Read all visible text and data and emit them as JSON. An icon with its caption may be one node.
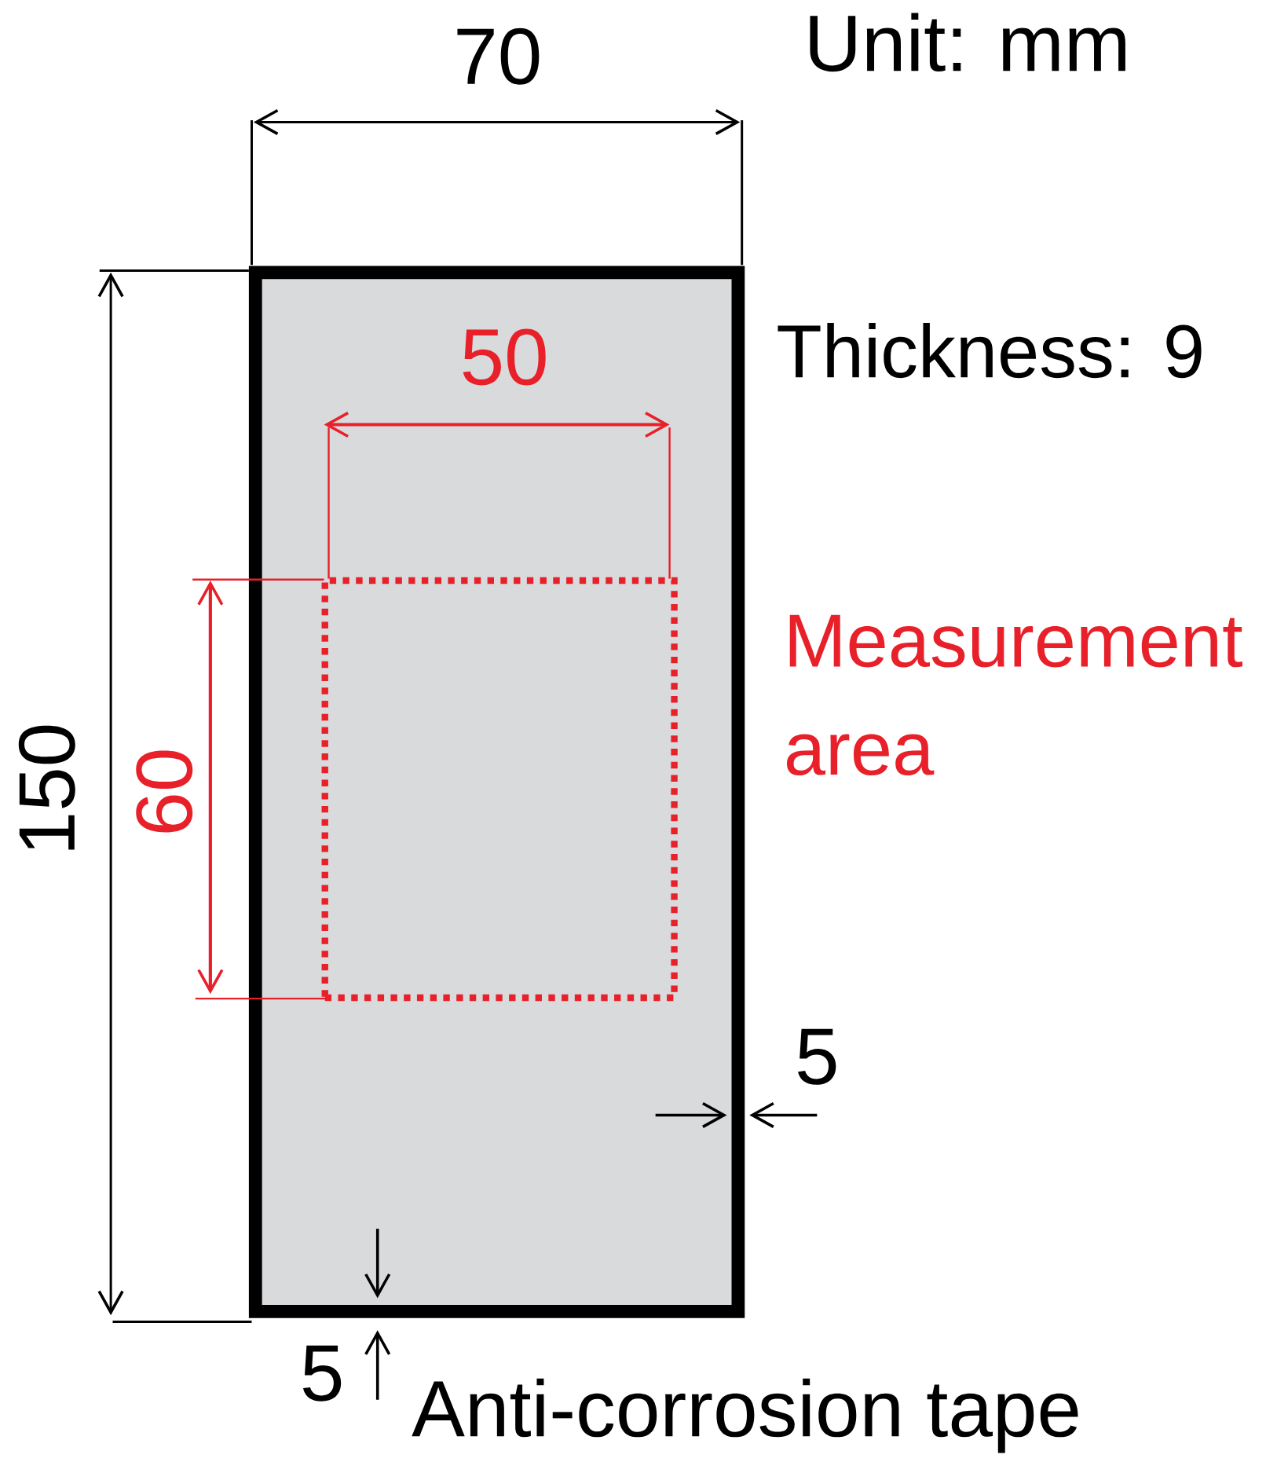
{
  "diagram": {
    "nodes": [
      {
        "text": [],
        "shape": "box",
        "beside": [
          "Thickness: 9"
        ]
      },
      {
        "text": [],
        "shape": "box",
        "in": 0,
        "beside": [
          "Measurement area"
        ]
      }
    ],
    "labels": [
      "Unit: mm",
      "70",
      "150",
      "50",
      "60",
      "5",
      "5",
      "Anti-corrosion tape"
    ]
  }
}
